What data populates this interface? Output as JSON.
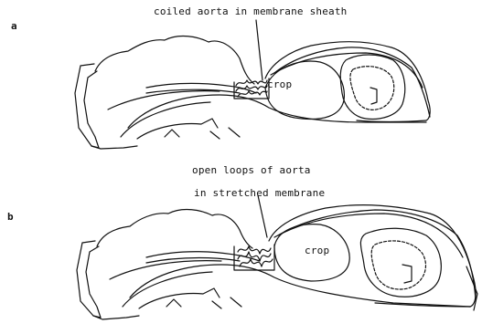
{
  "panels": [
    {
      "letter": "a",
      "annotation": "coiled aorta in membrane sheath",
      "organ_label": "crop"
    },
    {
      "letter": "b",
      "annotation_line1": "open loops of aorta",
      "annotation_line2": "in stretched membrane",
      "organ_label": "crop"
    }
  ]
}
